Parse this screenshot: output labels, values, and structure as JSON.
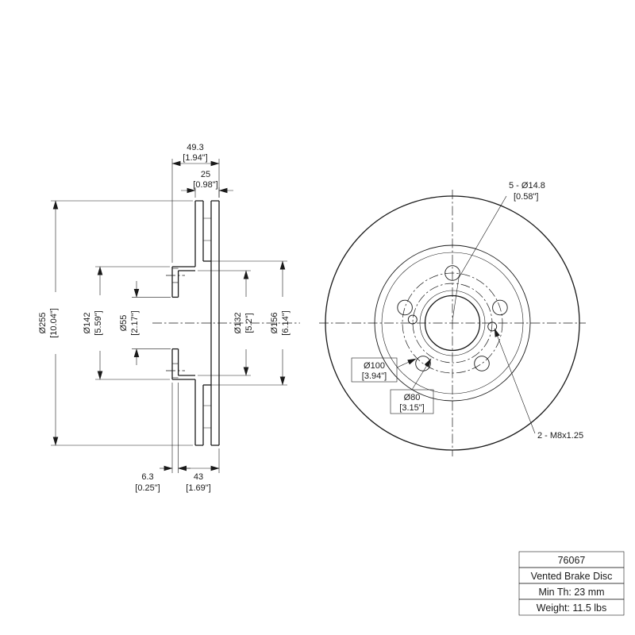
{
  "section_view": {
    "width": {
      "mm": "49.3",
      "in": "[1.94\"]"
    },
    "thickness": {
      "mm": "25",
      "in": "[0.98\"]"
    },
    "outer_dia": {
      "mm": "Ø255",
      "in": "[10.04\"]"
    },
    "hat_dia": {
      "mm": "Ø142",
      "in": "[5.59\"]"
    },
    "bore_dia": {
      "mm": "Ø55",
      "in": "[2.17\"]"
    },
    "inner_dia": {
      "mm": "Ø132",
      "in": "[5.2\"]"
    },
    "flange_dia": {
      "mm": "Ø156",
      "in": "[6.14\"]"
    },
    "flange_th": {
      "mm": "6.3",
      "in": "[0.25\"]"
    },
    "hat_depth": {
      "mm": "43",
      "in": "[1.69\"]"
    }
  },
  "front_view": {
    "bolt_holes": {
      "label": "5 - Ø14.8",
      "in": "[0.58\"]"
    },
    "bolt_circle": {
      "mm": "Ø100",
      "in": "[3.94\"]"
    },
    "pilot_circle": {
      "mm": "Ø80",
      "in": "[3.15\"]"
    },
    "thread_holes": "2 - M8x1.25"
  },
  "title_block": {
    "part_number": "76067",
    "description": "Vented Brake Disc",
    "min_th": "Min Th: 23 mm",
    "weight": "Weight: 11.5 lbs"
  }
}
